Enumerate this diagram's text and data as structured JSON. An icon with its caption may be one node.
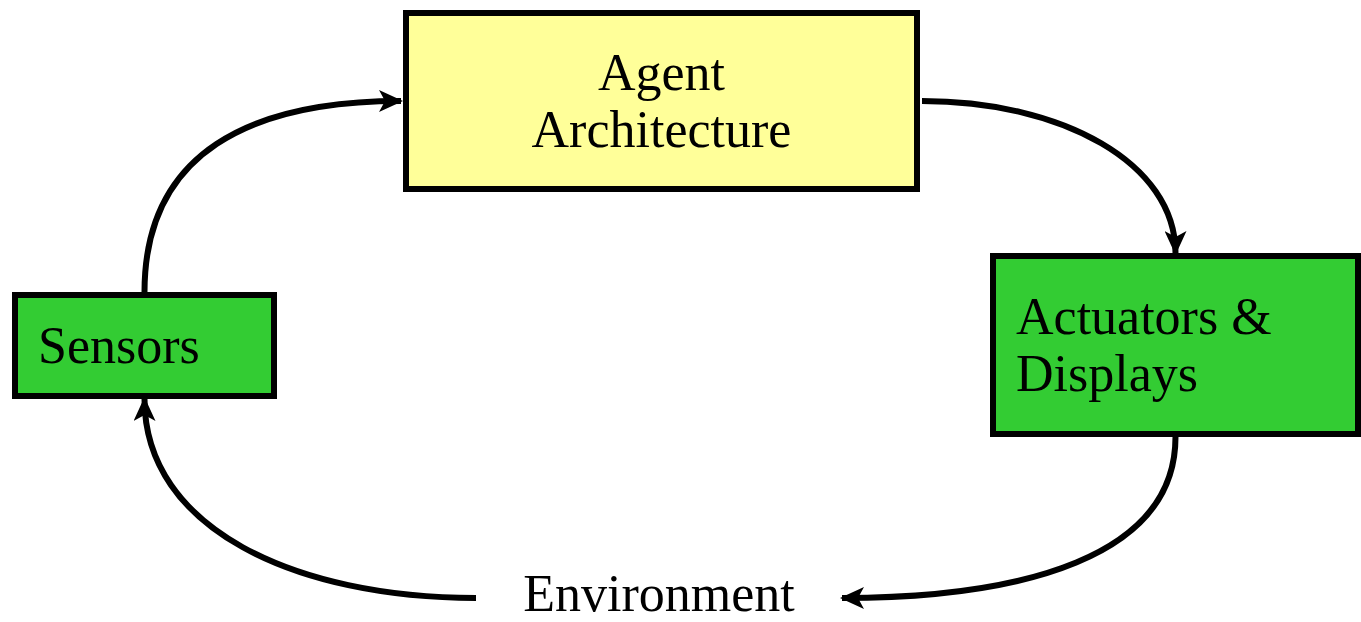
{
  "diagram": {
    "nodes": [
      {
        "text": [
          "Agent Architecture"
        ]
      },
      {
        "text": [
          "Actuators & Displays"
        ]
      },
      {
        "text": [
          "Environment"
        ]
      },
      {
        "text": [
          "Sensors"
        ]
      }
    ],
    "edges": [
      {
        "from": 0,
        "to": 1,
        "arrow": "to"
      },
      {
        "from": 1,
        "to": 2,
        "arrow": "to"
      },
      {
        "from": 2,
        "to": 3,
        "arrow": "to"
      },
      {
        "from": 3,
        "to": 0,
        "arrow": "to"
      }
    ]
  }
}
